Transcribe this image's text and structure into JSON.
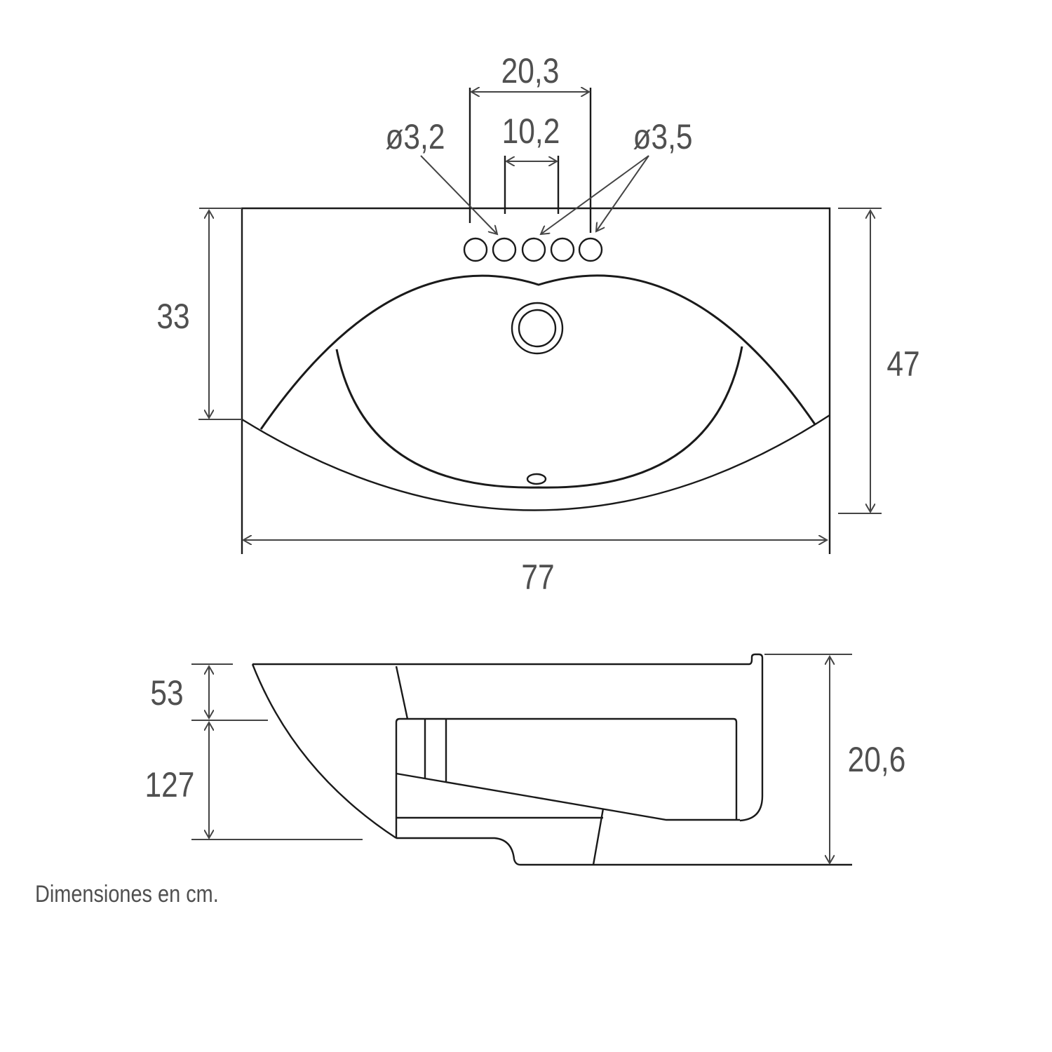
{
  "top_view": {
    "dim_hole_spacing_outer": "20,3",
    "dim_hole_spacing_inner": "10,2",
    "dim_small_hole": "ø3,2",
    "dim_large_hole": "ø3,5",
    "dim_depth_basin": "33",
    "dim_depth_total": "47",
    "dim_width": "77"
  },
  "side_view": {
    "dim_top": "53",
    "dim_bottom": "127",
    "dim_height": "20,6"
  },
  "footnote": "Dimensiones en cm."
}
